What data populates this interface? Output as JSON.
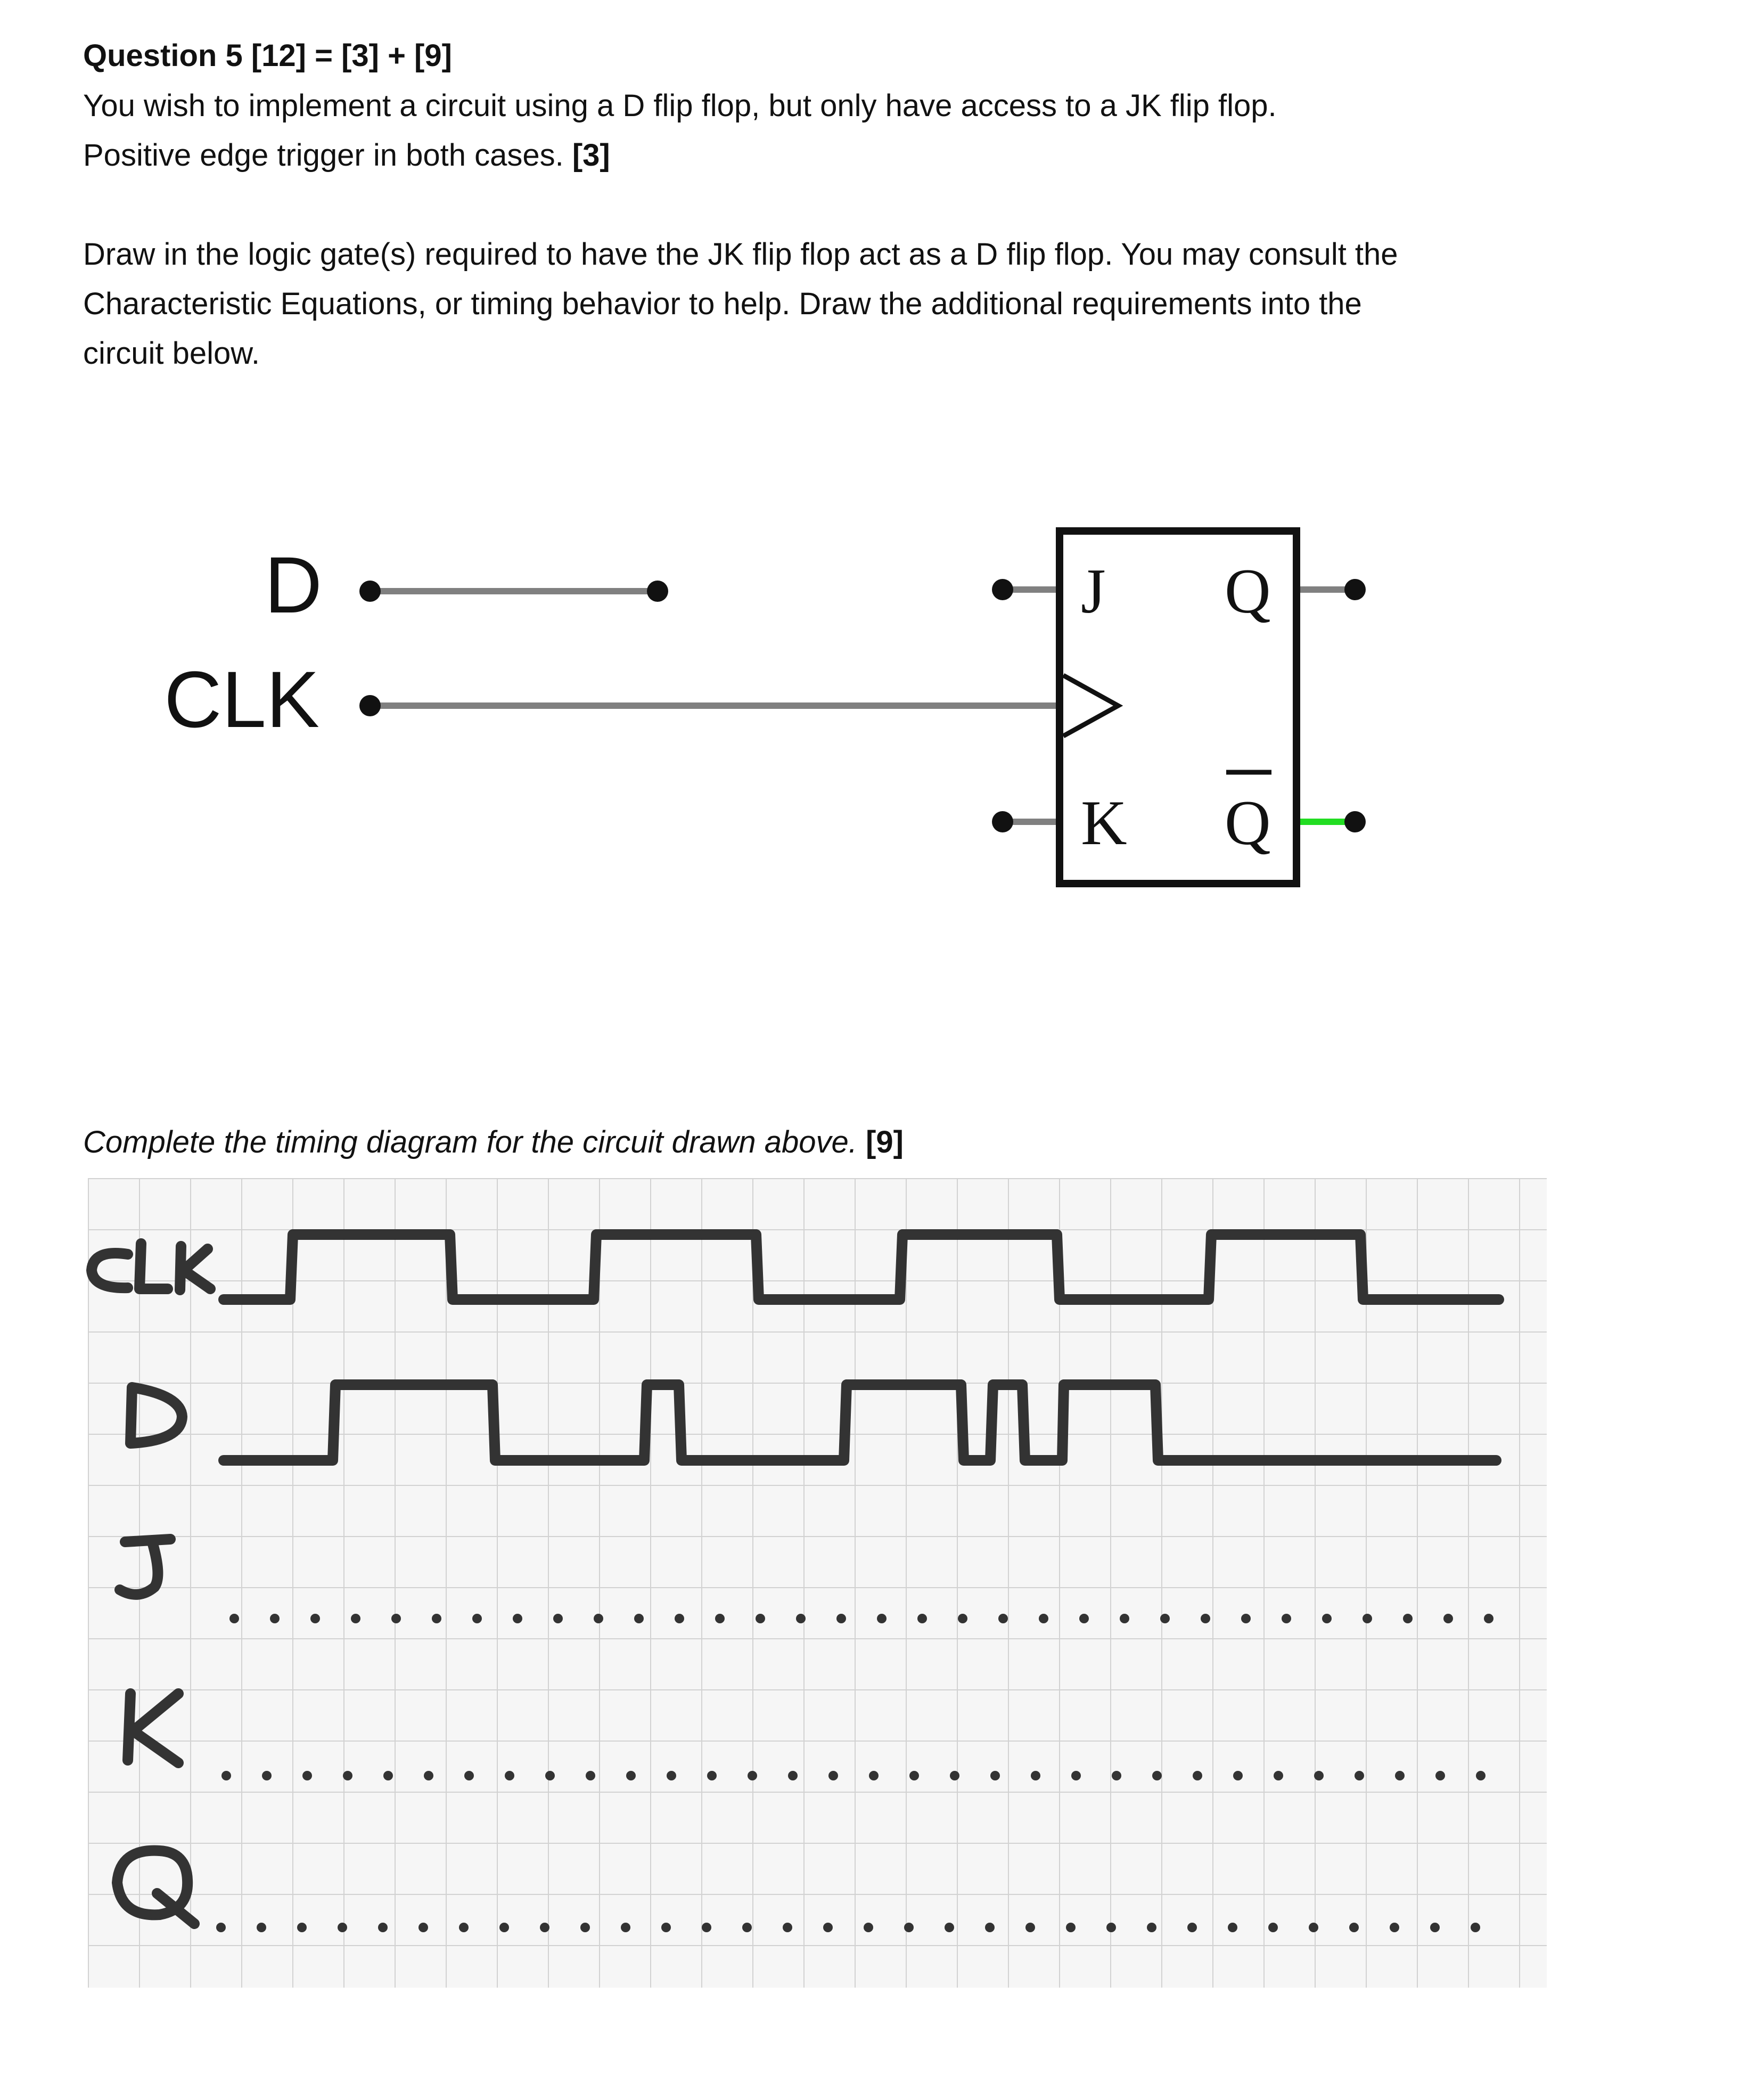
{
  "question": {
    "heading": "Question 5  [12]  =  [3] +  [9]",
    "intro_line1": "You wish to implement a circuit using a D flip flop, but only have access to a JK flip flop.",
    "intro_line2_text": "Positive edge trigger in both cases.  ",
    "intro_line2_points": "[3]",
    "draw_line1": "Draw in the logic gate(s) required to have the JK flip flop act as a D flip flop. You may consult the",
    "draw_line2": "Characteristic Equations, or timing behavior to help. Draw the additional requirements into the",
    "draw_line3": "circuit below.",
    "timing_prompt": "Complete the timing diagram for the circuit drawn above.  ",
    "timing_points": "[9]"
  },
  "circuit": {
    "input_d": "D",
    "input_clk": "CLK",
    "pin_j": "J",
    "pin_k": "K",
    "pin_q": "Q",
    "pin_qbar": "Q",
    "wire_color": "#808080",
    "qbar_wire_color": "#22dd22"
  },
  "timing_diagram": {
    "signals": [
      "CLK",
      "D",
      "J",
      "K",
      "Q"
    ],
    "clk_pulses": 4,
    "d_pattern": "0 1 0 1 0 1 0 1 0 1 0",
    "ink_color": "#333333",
    "grid_color": "#d2d2d2"
  }
}
